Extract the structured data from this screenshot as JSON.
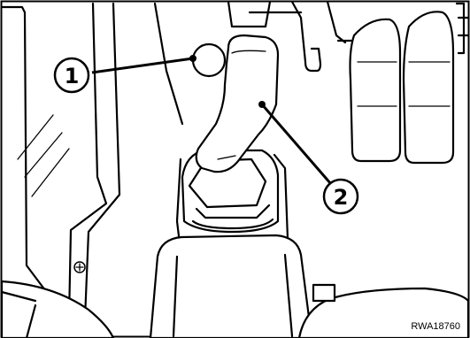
{
  "callouts": [
    {
      "label": "1"
    },
    {
      "label": "2"
    }
  ],
  "reference_code": "RWA18760"
}
